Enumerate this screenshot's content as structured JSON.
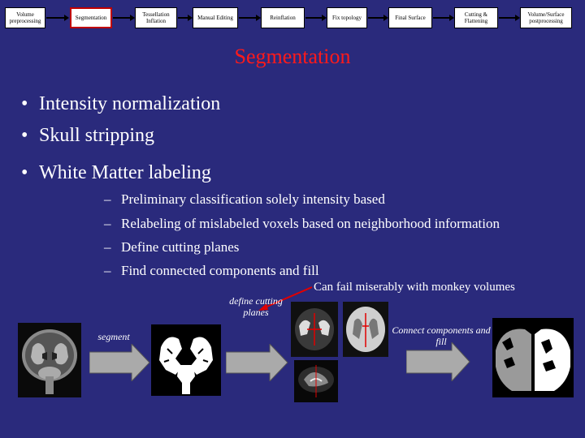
{
  "pipeline": {
    "steps": [
      {
        "label": "Volume preprocessing",
        "active": false
      },
      {
        "label": "Segmentation",
        "active": true
      },
      {
        "label": "Tessellation Inflation",
        "active": false
      },
      {
        "label": "Manual Editing",
        "active": false
      },
      {
        "label": "Reinflation",
        "active": false
      },
      {
        "label": "Fix topology",
        "active": false
      },
      {
        "label": "Final Surface",
        "active": false
      },
      {
        "label": "Cutting & Flattening",
        "active": false
      },
      {
        "label": "Volume/Surface postprocessing",
        "active": false
      }
    ]
  },
  "title": "Segmentation",
  "bullets": [
    "Intensity normalization",
    "Skull stripping",
    "White Matter labeling"
  ],
  "bullet_symbol": "•",
  "sub_symbol": "–",
  "sub_items": [
    "Preliminary classification solely intensity based",
    "Relabeling of mislabeled voxels based on neighborhood information",
    "Define cutting planes",
    "Find connected components and fill"
  ],
  "note": "Can fail miserably with monkey volumes",
  "callouts": {
    "segment": "segment",
    "define": "define cutting planes",
    "connect": "Connect components and fill"
  },
  "colors": {
    "background": "#2a2a7c",
    "title": "#ff1a1a",
    "text": "#ffffff",
    "annotation_arrow": "#e00000"
  }
}
